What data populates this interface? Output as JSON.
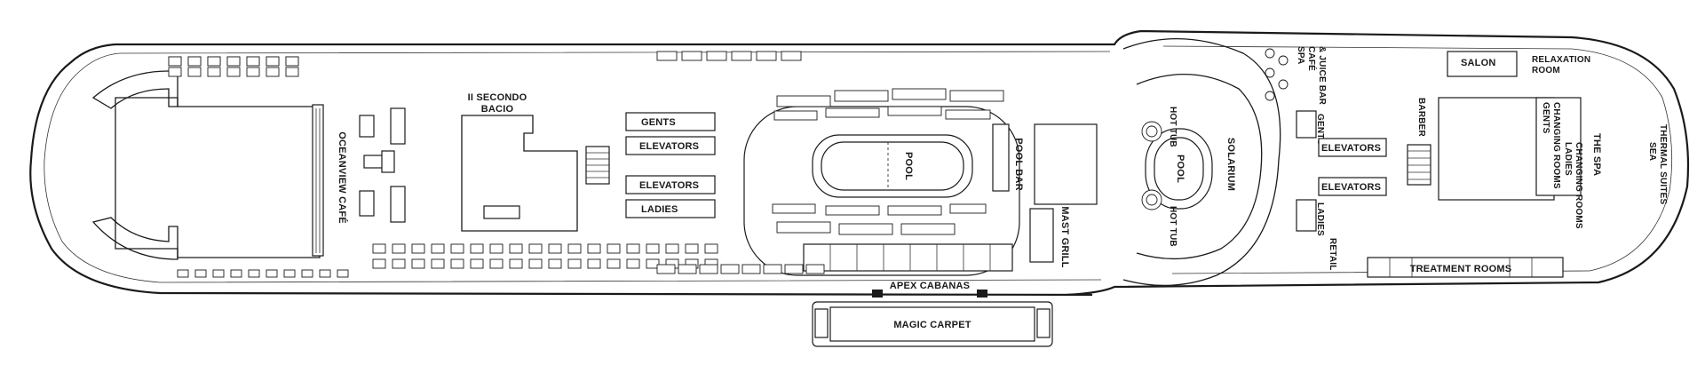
{
  "deck_plan": {
    "labels": {
      "secondo_bacio": "II SECONDO\nBACIO",
      "oceanview_cafe": "OCEANVIEW CAFÉ",
      "gents_fwd": "GENTS",
      "elevators_fwd_1": "ELEVATORS",
      "elevators_fwd_2": "ELEVATORS",
      "ladies_fwd": "LADIES",
      "pool": "POOL",
      "pool_bar": "POOL BAR",
      "mast_grill": "MAST GRILL",
      "apex_cabanas": "APEX CABANAS",
      "magic_carpet": "MAGIC CARPET",
      "hot_tub_1": "HOT\nTUB",
      "hot_tub_2": "HOT\nTUB",
      "pool_solarium": "POOL",
      "solarium": "SOLARIUM",
      "spa_cafe": "SPA\nCAFÉ\n& JUICE BAR",
      "gents_aft": "GENTS",
      "elevators_aft_1": "ELEVATORS",
      "elevators_aft_2": "ELEVATORS",
      "ladies_aft": "LADIES",
      "retail": "RETAIL",
      "barber": "BARBER",
      "salon": "SALON",
      "relaxation_room": "RELAXATION\nROOM",
      "gents_changing": "GENTS\nCHANGING ROOMS",
      "ladies_changing": "LADIES\nCHANGING ROOMS",
      "the_spa": "THE SPA",
      "sea_thermal_suites": "SEA\nTHERMAL SUITES",
      "treatment_rooms": "TREATMENT ROOMS"
    }
  }
}
